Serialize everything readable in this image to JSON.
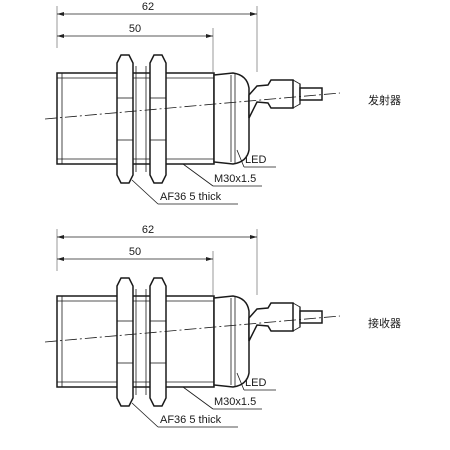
{
  "sensors": [
    {
      "id": "emitter",
      "label": "发射器",
      "overall_dimension": "62",
      "thread_dimension": "50",
      "led_label": "LED",
      "thread_label": "M30x1.5",
      "nut_label": "AF36  5 thick"
    },
    {
      "id": "receiver",
      "label": "接收器",
      "overall_dimension": "62",
      "thread_dimension": "50",
      "led_label": "LED",
      "thread_label": "M30x1.5",
      "nut_label": "AF36  5 thick"
    }
  ]
}
